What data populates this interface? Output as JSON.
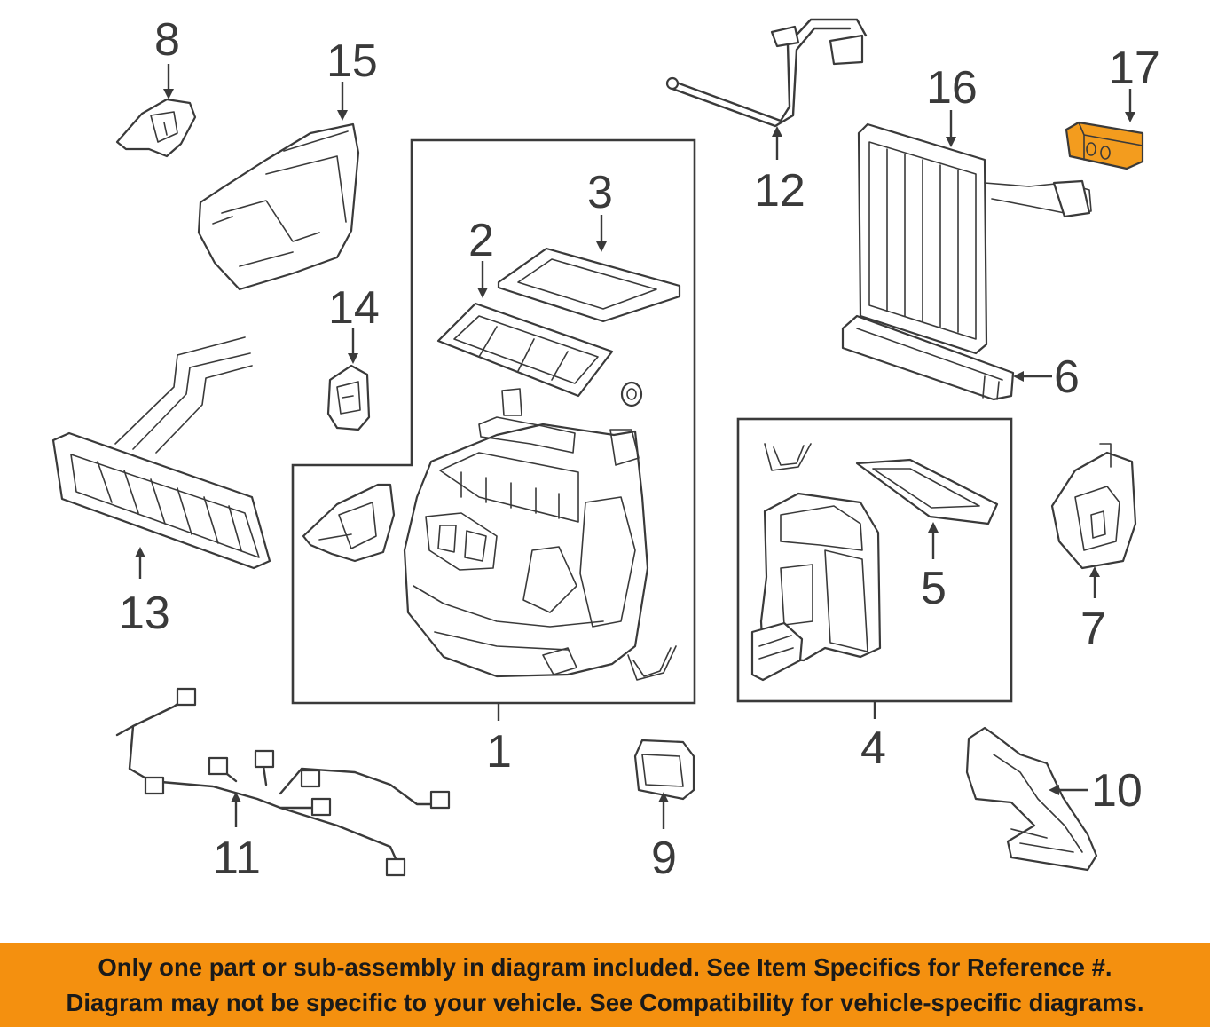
{
  "callouts": [
    "1",
    "2",
    "3",
    "4",
    "5",
    "6",
    "7",
    "8",
    "9",
    "10",
    "11",
    "12",
    "13",
    "14",
    "15",
    "16",
    "17"
  ],
  "highlighted_part": "17",
  "colors": {
    "highlight": "#f39c1e",
    "banner": "#f4900f",
    "line": "#3a3a3a"
  },
  "banner": {
    "line1": "Only one part or sub-assembly in diagram included. See Item Specifics for Reference #.",
    "line2": "Diagram may not be specific to your vehicle. See Compatibility for vehicle-specific diagrams."
  }
}
